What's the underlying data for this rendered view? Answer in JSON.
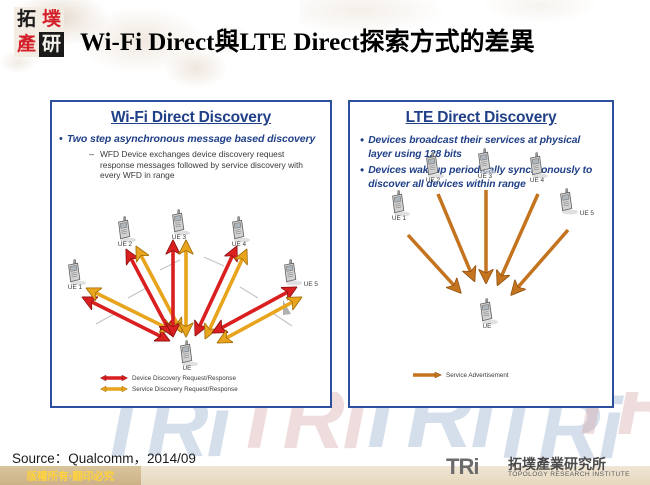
{
  "slide": {
    "title": "Wi-Fi Direct與LTE Direct探索方式的差異",
    "logo_chars": [
      "拓",
      "墣",
      "產",
      "研"
    ]
  },
  "left_panel": {
    "title": "Wi-Fi Direct Discovery",
    "bullets": [
      {
        "marker": "•",
        "text": "Two step asynchronous message based discovery"
      }
    ],
    "subbullets": [
      {
        "marker": "–",
        "text": "WFD Device exchanges device discovery request response messages followed by service discovery with every WFD in range"
      }
    ],
    "diagram": {
      "nodes": [
        {
          "id": "ue1",
          "label": "UE 1"
        },
        {
          "id": "ue2",
          "label": "UE 2"
        },
        {
          "id": "ue3",
          "label": "UE 3"
        },
        {
          "id": "ue4",
          "label": "UE 4"
        },
        {
          "id": "ue5",
          "label": "UE 5"
        },
        {
          "id": "ue_center",
          "label": "UE"
        }
      ],
      "legend": [
        {
          "color": "#d91f1f",
          "label": "Device Discovery Request/Response"
        },
        {
          "color": "#e8a41c",
          "label": "Service Discovery Request/Response"
        }
      ]
    }
  },
  "right_panel": {
    "title": "LTE Direct Discovery",
    "bullets": [
      {
        "marker": "•",
        "text": "Devices broadcast their services at physical layer using 128 bits"
      },
      {
        "marker": "•",
        "text": "Devices wakeup periodically synchronously to discover all devices within range"
      }
    ],
    "diagram": {
      "nodes": [
        {
          "id": "ue1",
          "label": "UE 1"
        },
        {
          "id": "ue2",
          "label": "UE 2"
        },
        {
          "id": "ue3",
          "label": "UE 3"
        },
        {
          "id": "ue4",
          "label": "UE 4"
        },
        {
          "id": "ue5",
          "label": "UE 5"
        },
        {
          "id": "ue_center",
          "label": "UE"
        }
      ],
      "legend": [
        {
          "color": "#c4731e",
          "label": "Service Advertisement"
        }
      ]
    }
  },
  "footer": {
    "source": "Source：Qualcomm，2014/09",
    "copyright": "版權所有‧翻印必究",
    "brand_mark": "TRi",
    "brand_cn": "拓墣產業研究所",
    "brand_en": "TOPOLOGY RESEARCH INSTITUTE"
  },
  "watermark": {
    "text": "TRi"
  },
  "colors": {
    "panel_border": "#2e4f9e",
    "heading": "#1f3f87",
    "device_red": "#d91f1f",
    "device_yellow": "#e8a41c",
    "service_brown": "#c4731e"
  }
}
